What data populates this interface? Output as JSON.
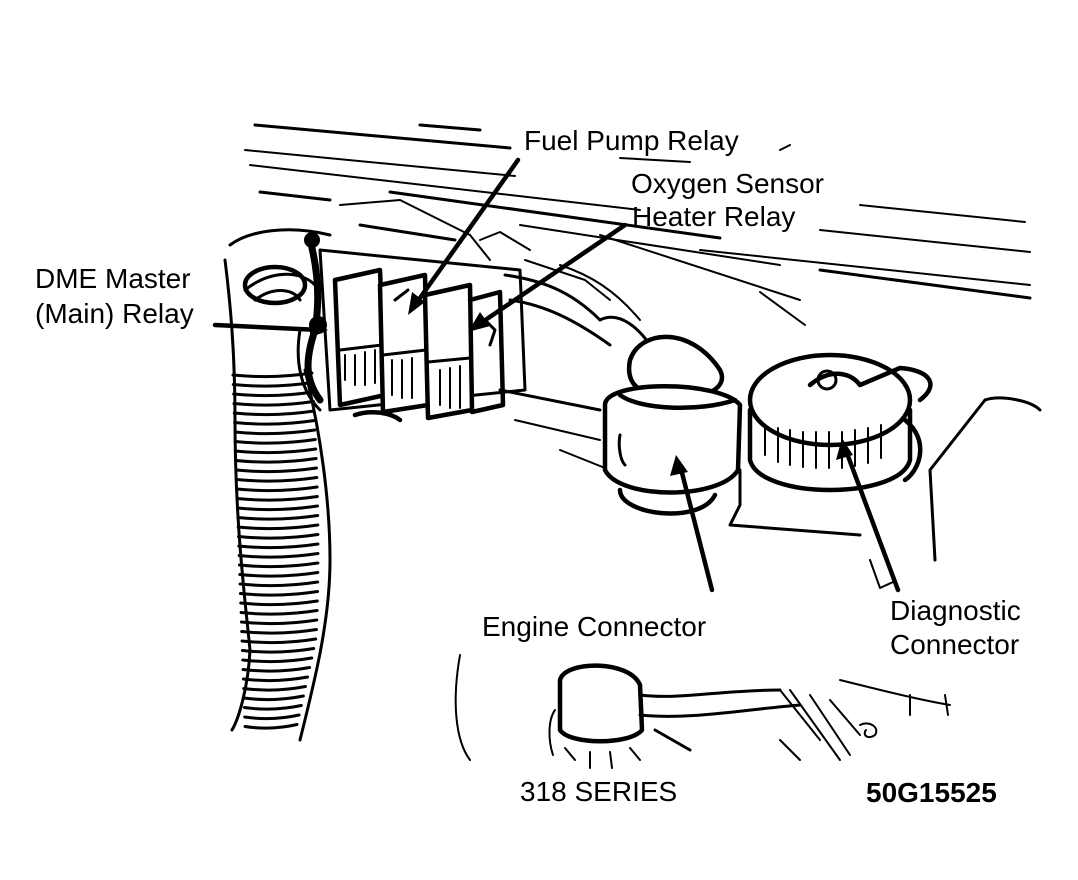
{
  "labels": {
    "fuel_pump_relay": "Fuel Pump Relay",
    "oxygen_sensor_line1": "Oxygen Sensor",
    "oxygen_sensor_line2": "Heater Relay",
    "dme_line1": "DME Master",
    "dme_line2": "(Main) Relay",
    "engine_connector": "Engine Connector",
    "diagnostic_line1": "Diagnostic",
    "diagnostic_line2": "Connector",
    "series": "318 SERIES",
    "figure_code": "50G15525"
  },
  "colors": {
    "ink": "#000000",
    "paper": "#ffffff"
  }
}
